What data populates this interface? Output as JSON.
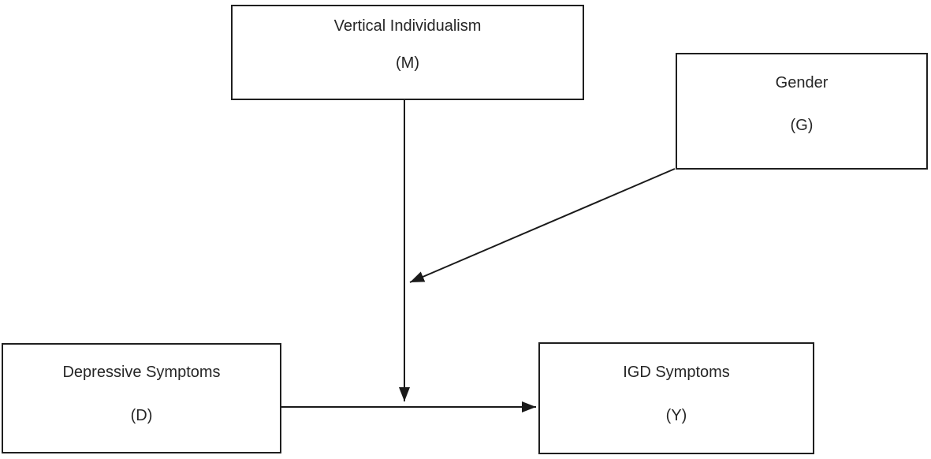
{
  "diagram": {
    "type": "moderation-path-model",
    "background_color": "#ffffff",
    "line_color": "#1a1a1a",
    "text_color": "#262626",
    "boxes": [
      {
        "id": "M",
        "label": "Vertical Individualism",
        "code": "(M)",
        "role": "moderator"
      },
      {
        "id": "G",
        "label": "Gender",
        "code": "(G)",
        "role": "moderator"
      },
      {
        "id": "D",
        "label": "Depressive Symptoms",
        "code": "(D)",
        "role": "predictor"
      },
      {
        "id": "Y",
        "label": "IGD Symptoms",
        "code": "(Y)",
        "role": "outcome"
      }
    ],
    "edges": [
      {
        "from": "D",
        "to": "Y",
        "kind": "direct-effect-arrow"
      },
      {
        "from": "M",
        "to": "D-Y path",
        "kind": "moderation-arrow"
      },
      {
        "from": "G",
        "to": "M moderation arrow",
        "kind": "moderated-moderation-arrow"
      }
    ]
  }
}
